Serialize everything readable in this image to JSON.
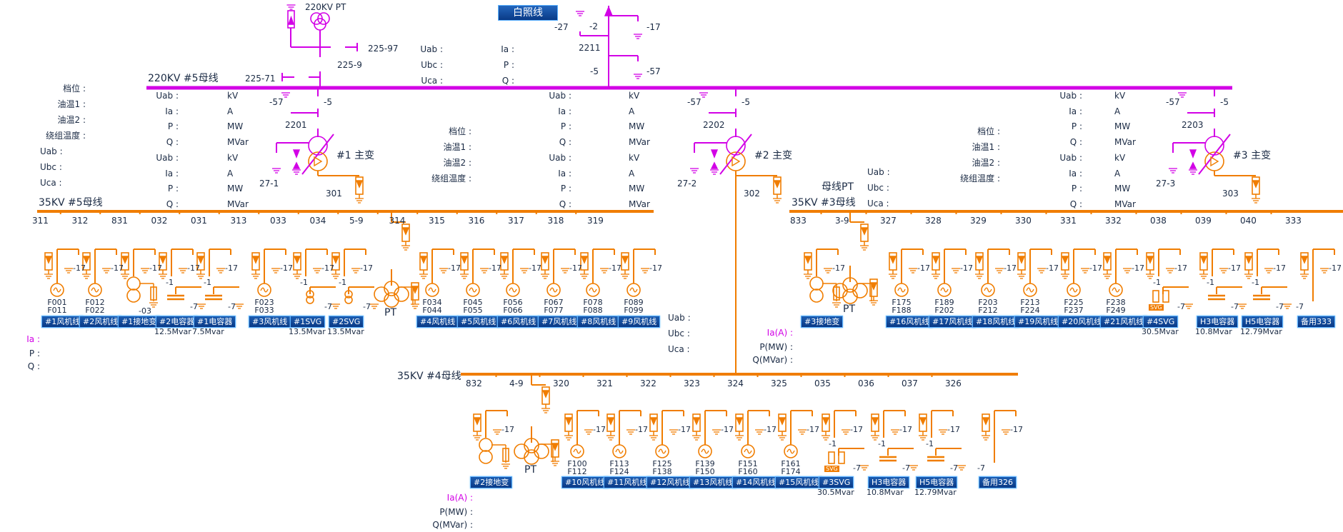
{
  "colors": {
    "hv_bus": "#d200e6",
    "mv_bus": "#f07d00",
    "label": "#1a2a44",
    "tag_bg": "#0a3a86",
    "highlight": "#d200e6"
  },
  "header": {
    "line_tag": "白照线"
  },
  "pt220": {
    "label": "220KV PT",
    "disc_9": "225-9",
    "disc_97": "225-97",
    "disc_71": "225-71"
  },
  "bus220": {
    "title": "220KV #5母线"
  },
  "line_meas": {
    "uab": "Uab :",
    "ubc": "Ubc :",
    "uca": "Uca :",
    "ia": "Ia :",
    "p": "P :",
    "q": "Q :"
  },
  "line2211": {
    "breaker": "2211",
    "d27": "-27",
    "d2": "-2",
    "d17": "-17",
    "d5": "-5",
    "d57": "-57"
  },
  "transformers": [
    {
      "name": "#1 主变",
      "hv_breaker": "2201",
      "d57": "-57",
      "d5": "-5",
      "neutral": "27-1",
      "lv_breaker": "301",
      "status": {
        "tap": "档位 :",
        "oil1": "油温1 :",
        "oil2": "油温2 :",
        "winding": "绕组温度 :"
      },
      "hv": {
        "uab": "Uab :",
        "uab_u": "kV",
        "ia": "Ia :",
        "ia_u": "A",
        "p": "P :",
        "p_u": "MW",
        "q": "Q :",
        "q_u": "MVar"
      },
      "lv": {
        "uab": "Uab :",
        "uab_u": "kV",
        "ia": "Ia :",
        "ia_u": "A",
        "p": "P :",
        "p_u": "MW",
        "q": "Q :",
        "q_u": "MVar"
      },
      "buspt": {
        "uab": "Uab :",
        "ubc": "Ubc :",
        "uca": "Uca :"
      }
    },
    {
      "name": "#2 主变",
      "hv_breaker": "2202",
      "d57": "-57",
      "d5": "-5",
      "neutral": "27-2",
      "lv_breaker": "302",
      "status": {
        "tap": "档位 :",
        "oil1": "油温1 :",
        "oil2": "油温2 :",
        "winding": "绕组温度 :"
      },
      "hv": {
        "uab": "Uab :",
        "uab_u": "kV",
        "ia": "Ia :",
        "ia_u": "A",
        "p": "P :",
        "p_u": "MW",
        "q": "Q :",
        "q_u": "MVar"
      },
      "lv": {
        "uab": "Uab :",
        "uab_u": "kV",
        "ia": "Ia :",
        "ia_u": "A",
        "p": "P :",
        "p_u": "MW",
        "q": "Q :",
        "q_u": "MVar"
      }
    },
    {
      "name": "#3 主变",
      "hv_breaker": "2203",
      "d57": "-57",
      "d5": "-5",
      "neutral": "27-3",
      "lv_breaker": "303",
      "status": {
        "tap": "档位 :",
        "oil1": "油温1 :",
        "oil2": "油温2 :",
        "winding": "绕组温度 :"
      },
      "hv": {
        "uab": "Uab :",
        "uab_u": "kV",
        "ia": "Ia :",
        "ia_u": "A",
        "p": "P :",
        "p_u": "MW",
        "q": "Q :",
        "q_u": "MVar"
      },
      "lv": {
        "uab": "Uab :",
        "uab_u": "kV",
        "ia": "Ia :",
        "ia_u": "A",
        "p": "P :",
        "p_u": "MW",
        "q": "Q :",
        "q_u": "MVar"
      }
    }
  ],
  "bus5": {
    "title": "35KV #5母线",
    "bay_numbers": [
      "311",
      "312",
      "831",
      "032",
      "031",
      "313",
      "033",
      "034",
      "5-9",
      "314",
      "315",
      "316",
      "317",
      "318",
      "319"
    ],
    "feeders": [
      {
        "tag": "#1风机线",
        "kind": "gen",
        "f1": "F001",
        "f2": "F011",
        "gnd": "-17"
      },
      {
        "tag": "#2风机线",
        "kind": "gen",
        "f1": "F012",
        "f2": "F022",
        "gnd": "-17"
      },
      {
        "tag": "#1接地变",
        "kind": "gtx",
        "gnd": "-17",
        "extra": "-03"
      },
      {
        "tag": "#2电容器",
        "kind": "cap",
        "gnd": "-17",
        "d1": "-1",
        "d7": "-7",
        "rating": "12.5Mvar"
      },
      {
        "tag": "#1电容器",
        "kind": "cap",
        "gnd": "-17",
        "d1": "-1",
        "d7": "-7",
        "rating": "7.5Mvar"
      },
      {
        "tag": "#3风机线",
        "kind": "gen",
        "f1": "F023",
        "f2": "F033",
        "gnd": "-17"
      },
      {
        "tag": "#1SVG",
        "kind": "svgsmall",
        "gnd": "-17",
        "d1": "-1",
        "d7": "-7",
        "rating": "13.5Mvar"
      },
      {
        "tag": "#2SVG",
        "kind": "svgsmall",
        "gnd": "-17",
        "d1": "-1",
        "d7": "-7",
        "rating": "13.5Mvar"
      },
      {
        "tag": "#4风机线",
        "kind": "gen",
        "f1": "F034",
        "f2": "F044",
        "gnd": "-17"
      },
      {
        "tag": "#5风机线",
        "kind": "gen",
        "f1": "F045",
        "f2": "F055",
        "gnd": "-17"
      },
      {
        "tag": "#6风机线",
        "kind": "gen",
        "f1": "F056",
        "f2": "F066",
        "gnd": "-17"
      },
      {
        "tag": "#7风机线",
        "kind": "gen",
        "f1": "F067",
        "f2": "F077",
        "gnd": "-17"
      },
      {
        "tag": "#8风机线",
        "kind": "gen",
        "f1": "F078",
        "f2": "F088",
        "gnd": "-17"
      },
      {
        "tag": "#9风机线",
        "kind": "gen",
        "f1": "F089",
        "f2": "F099",
        "gnd": "-17"
      }
    ],
    "pt_label": "PT",
    "meas": {
      "ia": "Ia :",
      "p": "P :",
      "q": "Q :"
    }
  },
  "bus3": {
    "title": "35KV #3母线",
    "pt_title": "母线PT",
    "pt_meas": {
      "uab": "Uab :",
      "ubc": "Ubc :",
      "uca": "Uca :"
    },
    "bay_numbers": [
      "833",
      "3-9",
      "327",
      "328",
      "329",
      "330",
      "331",
      "332",
      "038",
      "039",
      "040",
      "333"
    ],
    "feeders": [
      {
        "tag": "#3接地变",
        "kind": "gtx",
        "gnd": "-17"
      },
      {
        "tag": "#16风机线",
        "kind": "gen",
        "f1": "F175",
        "f2": "F188",
        "gnd": "-17"
      },
      {
        "tag": "#17风机线",
        "kind": "gen",
        "f1": "F189",
        "f2": "F202",
        "gnd": "-17"
      },
      {
        "tag": "#18风机线",
        "kind": "gen",
        "f1": "F203",
        "f2": "F212",
        "gnd": "-17"
      },
      {
        "tag": "#19风机线",
        "kind": "gen",
        "f1": "F213",
        "f2": "F224",
        "gnd": "-17"
      },
      {
        "tag": "#20风机线",
        "kind": "gen",
        "f1": "F225",
        "f2": "F237",
        "gnd": "-17"
      },
      {
        "tag": "#21风机线",
        "kind": "gen",
        "f1": "F238",
        "f2": "F249",
        "gnd": "-17"
      },
      {
        "tag": "#4SVG",
        "kind": "svg",
        "gnd": "-17",
        "d1": "-1",
        "d7": "-7",
        "rating": "30.5Mvar"
      },
      {
        "tag": "H3电容器",
        "kind": "cap",
        "gnd": "-17",
        "d1": "-1",
        "d7": "-7",
        "rating": "10.8Mvar"
      },
      {
        "tag": "H5电容器",
        "kind": "cap",
        "gnd": "-17",
        "d1": "-1",
        "d7": "-7",
        "rating": "12.79Mvar"
      },
      {
        "tag": "备用333",
        "kind": "spare",
        "gnd": "-17",
        "d7": "-7"
      }
    ],
    "pt_label": "PT",
    "meas": {
      "ia": "Ia(A) :",
      "p": "P(MW) :",
      "q": "Q(MVar) :"
    }
  },
  "bus4": {
    "title": "35KV #4母线",
    "pt_meas": {
      "uab": "Uab :",
      "ubc": "Ubc :",
      "uca": "Uca :"
    },
    "bay_numbers": [
      "832",
      "4-9",
      "320",
      "321",
      "322",
      "323",
      "324",
      "325",
      "035",
      "036",
      "037",
      "326"
    ],
    "feeders": [
      {
        "tag": "#2接地变",
        "kind": "gtx",
        "gnd": "-17"
      },
      {
        "tag": "#10风机线",
        "kind": "gen",
        "f1": "F100",
        "f2": "F112",
        "gnd": "-17"
      },
      {
        "tag": "#11风机线",
        "kind": "gen",
        "f1": "F113",
        "f2": "F124",
        "gnd": "-17"
      },
      {
        "tag": "#12风机线",
        "kind": "gen",
        "f1": "F125",
        "f2": "F138",
        "gnd": "-17"
      },
      {
        "tag": "#13风机线",
        "kind": "gen",
        "f1": "F139",
        "f2": "F150",
        "gnd": "-17"
      },
      {
        "tag": "#14风机线",
        "kind": "gen",
        "f1": "F151",
        "f2": "F160",
        "gnd": "-17"
      },
      {
        "tag": "#15风机线",
        "kind": "gen",
        "f1": "F161",
        "f2": "F174",
        "gnd": "-17"
      },
      {
        "tag": "#3SVG",
        "kind": "svg",
        "gnd": "-17",
        "d1": "-1",
        "d7": "-7",
        "rating": "30.5Mvar"
      },
      {
        "tag": "H3电容器",
        "kind": "cap",
        "gnd": "-17",
        "d1": "-1",
        "d7": "-7",
        "rating": "10.8Mvar"
      },
      {
        "tag": "H5电容器",
        "kind": "cap",
        "gnd": "-17",
        "d1": "-1",
        "d7": "-7",
        "rating": "12.79Mvar"
      },
      {
        "tag": "备用326",
        "kind": "spare",
        "gnd": "-17",
        "d7": "-7"
      }
    ],
    "pt_label": "PT",
    "meas": {
      "ia": "Ia(A) :",
      "p": "P(MW) :",
      "q": "Q(MVar) :"
    }
  },
  "svg_badge": "SVG"
}
